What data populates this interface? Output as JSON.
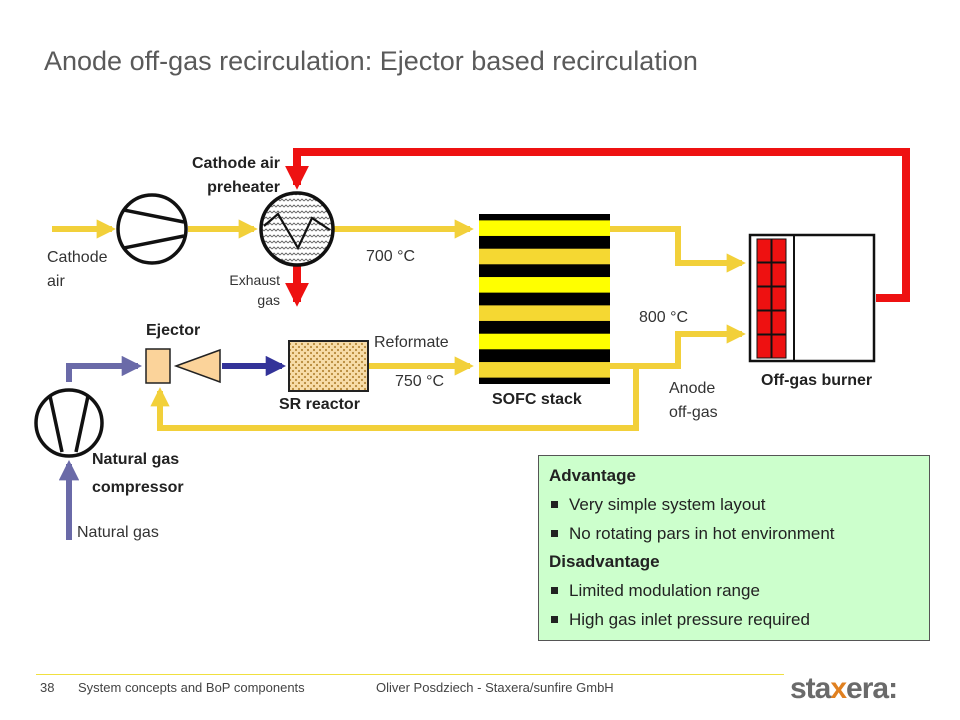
{
  "title": "Anode off-gas recirculation: Ejector based recirculation",
  "labels": {
    "cathode_air_preheater_line1": "Cathode air",
    "cathode_air_preheater_line2": "preheater",
    "cathode_air_line1": "Cathode",
    "cathode_air_line2": "air",
    "exhaust_gas_line1": "Exhaust",
    "exhaust_gas_line2": "gas",
    "temp_700": "700 °C",
    "temp_800": "800 °C",
    "temp_750": "750 °C",
    "ejector": "Ejector",
    "reformate": "Reformate",
    "sr_reactor": "SR reactor",
    "sofc_stack": "SOFC stack",
    "anode_offgas_line1": "Anode",
    "anode_offgas_line2": "off-gas",
    "offgas_burner": "Off-gas burner",
    "ng_compressor_line1": "Natural gas",
    "ng_compressor_line2": "compressor",
    "natural_gas": "Natural gas"
  },
  "info_box": {
    "advantage_title": "Advantage",
    "advantages": [
      "Very simple system layout",
      "No rotating pars in hot environment"
    ],
    "disadvantage_title": "Disadvantage",
    "disadvantages": [
      "Limited modulation range",
      "High gas inlet pressure required"
    ]
  },
  "footer": {
    "page_number": "38",
    "section": "System concepts and BoP components",
    "author": "Oliver Posdziech - Staxera/sunfire GmbH"
  },
  "logo": {
    "part1": "sta",
    "part2": "x",
    "part3": "era:"
  },
  "colors": {
    "hot_line": "#ee1111",
    "air_line": "#f2d03a",
    "gas_line": "#333399",
    "ng_line": "#6a6aa8",
    "box_bg": "#ccffcc"
  }
}
